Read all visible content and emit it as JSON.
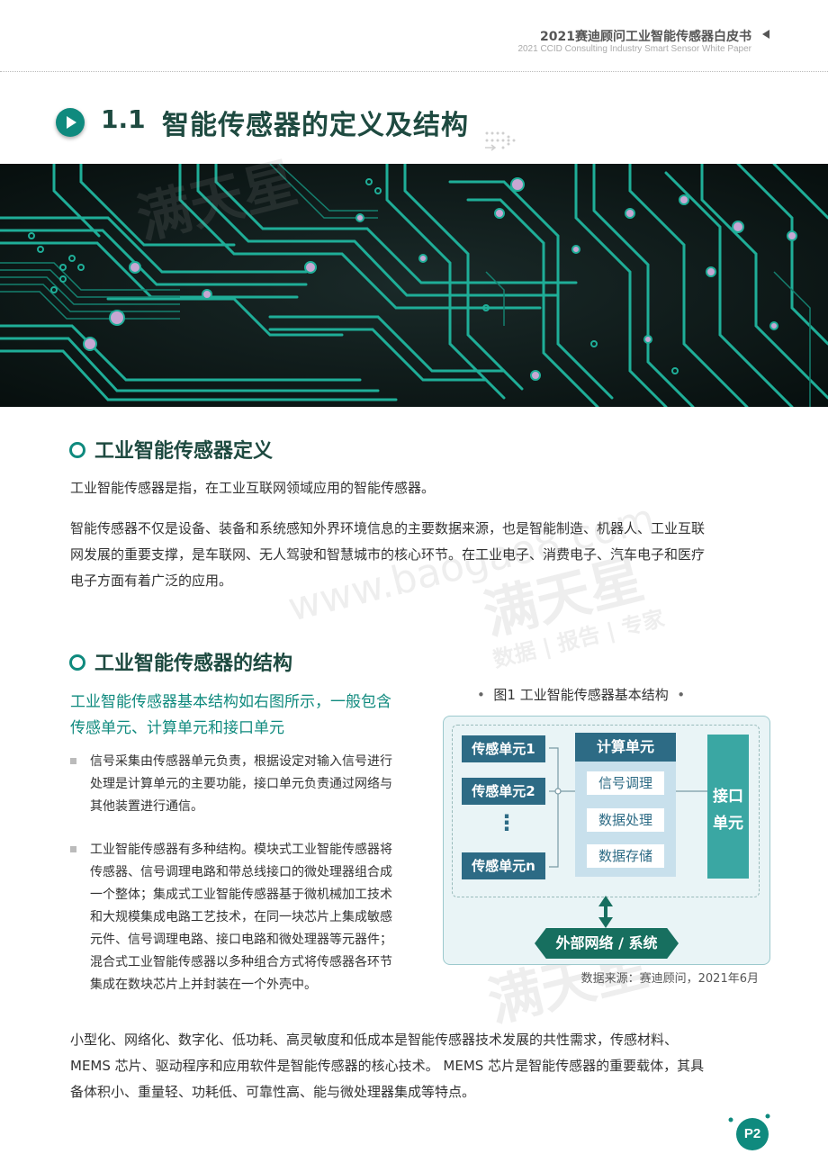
{
  "header": {
    "title": "2021赛迪顾问工业智能传感器白皮书",
    "subtitle": "2021 CCID Consulting  Industry Smart Sensor White Paper"
  },
  "section": {
    "number": "1.1",
    "title": "智能传感器的定义及结构"
  },
  "definition": {
    "heading": "工业智能传感器定义",
    "para1": "工业智能传感器是指，在工业互联网领域应用的智能传感器。",
    "para2_line1": "智能传感器不仅是设备、装备和系统感知外界环境信息的主要数据来源，也是智能制造、机器人、工业互联",
    "para2_line2": "网发展的重要支撑，是车联网、无人驾驶和智慧城市的核心环节。在工业电子、消费电子、汽车电子和医疗",
    "para2_line3": "电子方面有着广泛的应用。"
  },
  "structure": {
    "heading": "工业智能传感器的结构",
    "lead_line1": "工业智能传感器基本结构如右图所示，一般包含",
    "lead_line2": "传感单元、计算单元和接口单元",
    "bullets": [
      {
        "lines": [
          "信号采集由传感器单元负责，根据设定对输入信号进行",
          "处理是计算单元的主要功能，接口单元负责通过网络与",
          "其他装置进行通信。"
        ]
      },
      {
        "lines": [
          "工业智能传感器有多种结构。模块式工业智能传感器将",
          "传感器、信号调理电路和带总线接口的微处理器组合成",
          "一个整体；集成式工业智能传感器基于微机械加工技术",
          "和大规模集成电路工艺技术，在同一块芯片上集成敏感",
          "元件、信号调理电路、接口电路和微处理器等元器件；",
          "混合式工业智能传感器以多种组合方式将传感器各环节",
          "集成在数块芯片上并封装在一个外壳中。"
        ]
      }
    ],
    "closing_line1": "小型化、网络化、数字化、低功耗、高灵敏度和低成本是智能传感器技术发展的共性需求，传感材料、",
    "closing_line2": "MEMS  芯片、驱动程序和应用软件是智能传感器的核心技术。  MEMS 芯片是智能传感器的重要载体，其具",
    "closing_line3": "备体积小、重量轻、功耗低、可靠性高、能与微处理器集成等特点。"
  },
  "figure": {
    "caption": "图1 工业智能传感器基本结构",
    "sensor1": "传感单元1",
    "sensor2": "传感单元2",
    "sensor_dots": "⋮",
    "sensorN": "传感单元n",
    "calc_title": "计算单元",
    "calc_items": [
      "信号调理",
      "数据处理",
      "数据存储"
    ],
    "interface_line1": "接口",
    "interface_line2": "单元",
    "external": "外部网络 / 系统",
    "source": "数据来源：赛迪顾问，2021年6月"
  },
  "page": "P2",
  "watermark": {
    "text1": "满天星",
    "text2": "数据 | 报告 | 专家",
    "site": "www.baogao8.com"
  },
  "colors": {
    "accent": "#0f8a7e",
    "dark_heading": "#1e4a40",
    "node_blue": "#2d6b85",
    "interface_teal": "#3aa7a3"
  }
}
